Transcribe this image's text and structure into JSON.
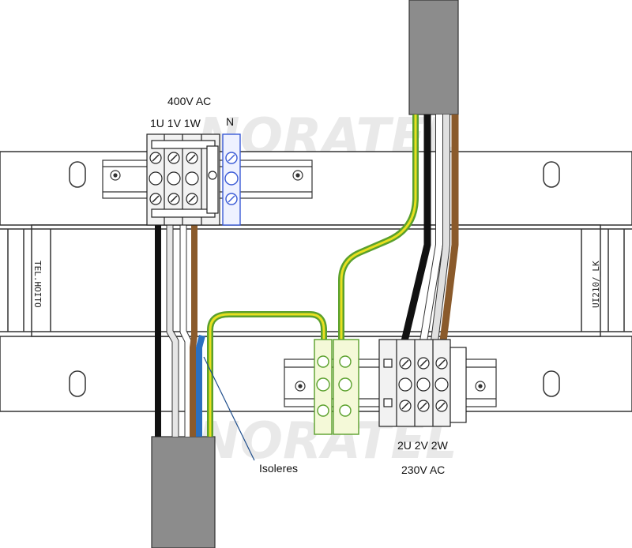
{
  "watermark": {
    "text": "NORATEL"
  },
  "primary": {
    "voltage": "400V AC",
    "terminals": "1U 1V 1W",
    "neutral": "N"
  },
  "secondary": {
    "terminals": "2U 2V 2W",
    "voltage": "230V AC"
  },
  "callout": {
    "label": "Isoleres"
  },
  "transformer": {
    "side_label_left": "TEL.HOITO",
    "side_label_right": "UI210/_LK"
  },
  "colors": {
    "wire_black": "#111111",
    "wire_grey": "#d0d0d0",
    "wire_brown": "#8a5a2b",
    "wire_blue": "#2a70c0",
    "wire_green": "#5aa02c",
    "wire_yellow": "#e8e020",
    "cable_grey": "#8c8c8c",
    "neutral_blue": "#3b5bd6"
  }
}
